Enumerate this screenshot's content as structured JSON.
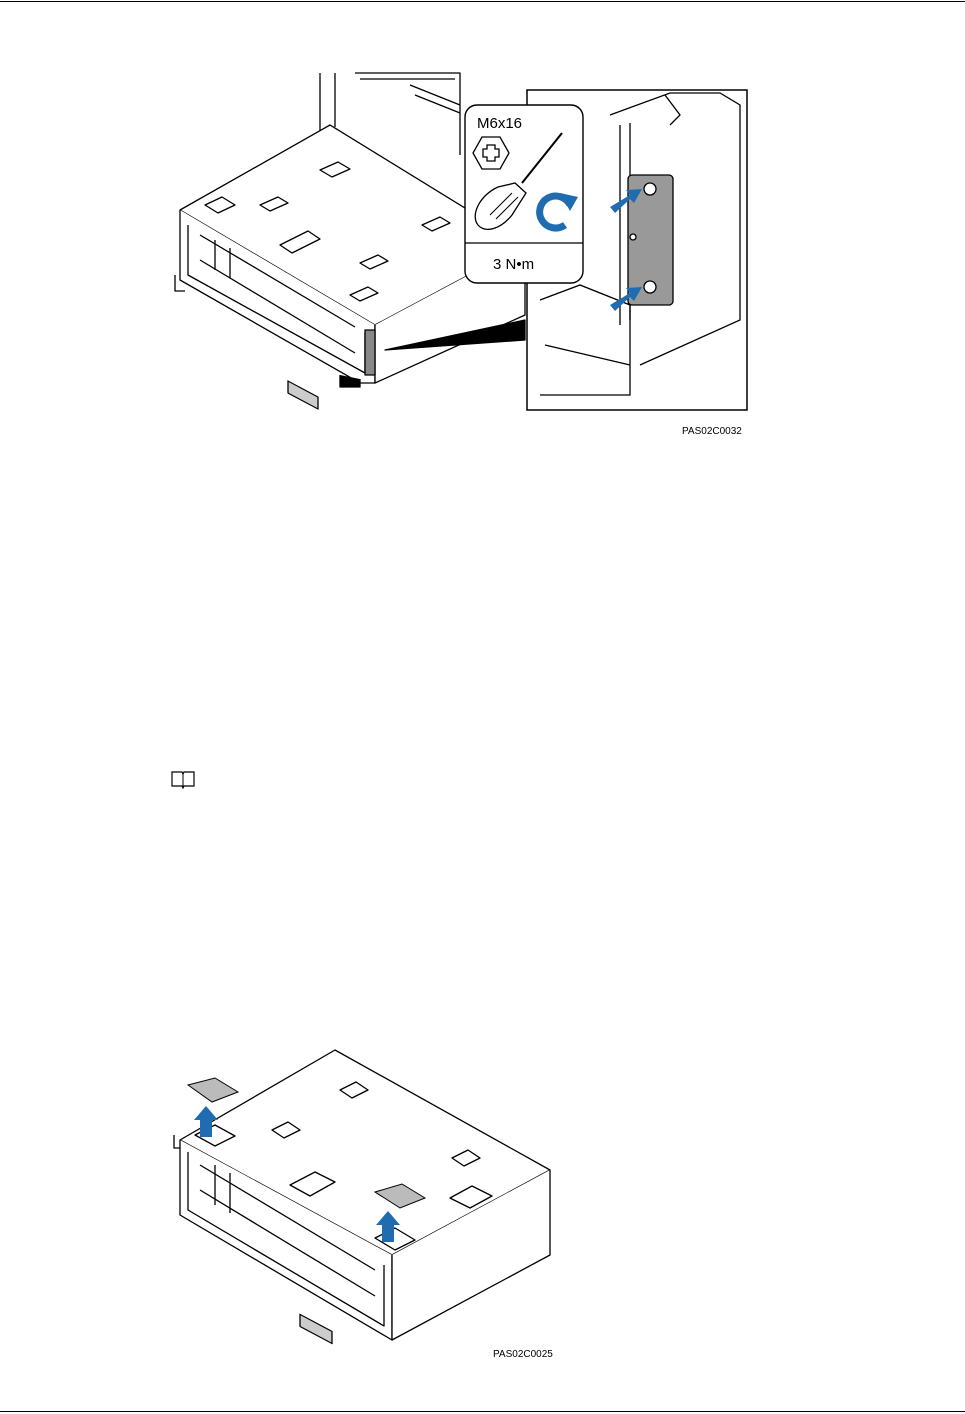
{
  "figure1": {
    "screw_spec": "M6x16",
    "torque": "3 N•m",
    "code": "PAS02C0032"
  },
  "figure2": {
    "code": "PAS02C0025"
  },
  "icons": {
    "note": "note-book-icon",
    "accent_color": "#1f6db0"
  }
}
